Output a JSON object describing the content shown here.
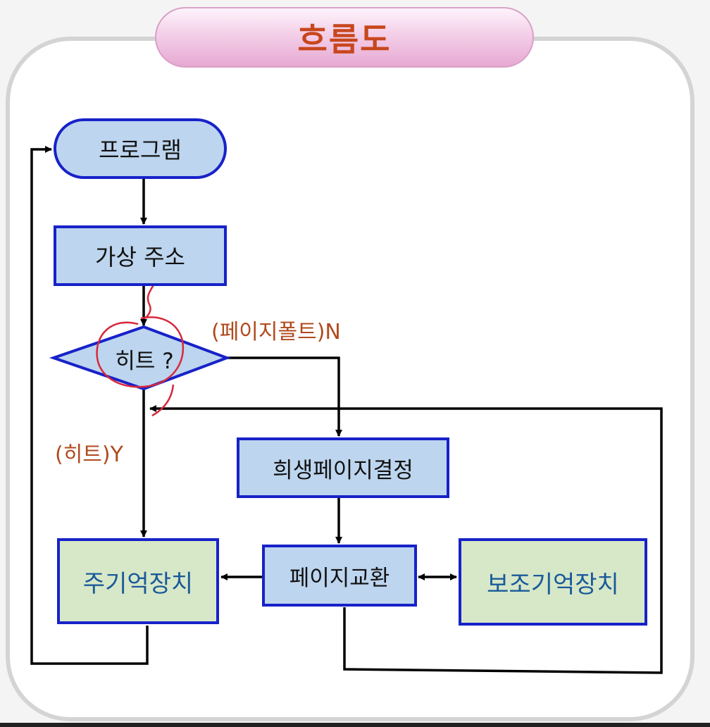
{
  "title": "흐름도",
  "nodes": {
    "program": "프로그램",
    "virtual_address": "가상 주소",
    "hit_decision": "히트 ?",
    "victim_page": "희생페이지결정",
    "page_swap": "페이지교환",
    "main_memory": "주기억장치",
    "secondary_memory": "보조기억장치"
  },
  "labels": {
    "page_fault_no": "(페이지폴트)N",
    "hit_yes": "(히트)Y"
  },
  "colors": {
    "title_text": "#c8461d",
    "node_border": "#1722c9",
    "node_fill_blue": "#bdd5ee",
    "node_fill_green": "#d7e8c8",
    "green_node_text": "#1a5a9a",
    "label_text": "#b04a1e",
    "annotation_ink": "#d8283c"
  }
}
